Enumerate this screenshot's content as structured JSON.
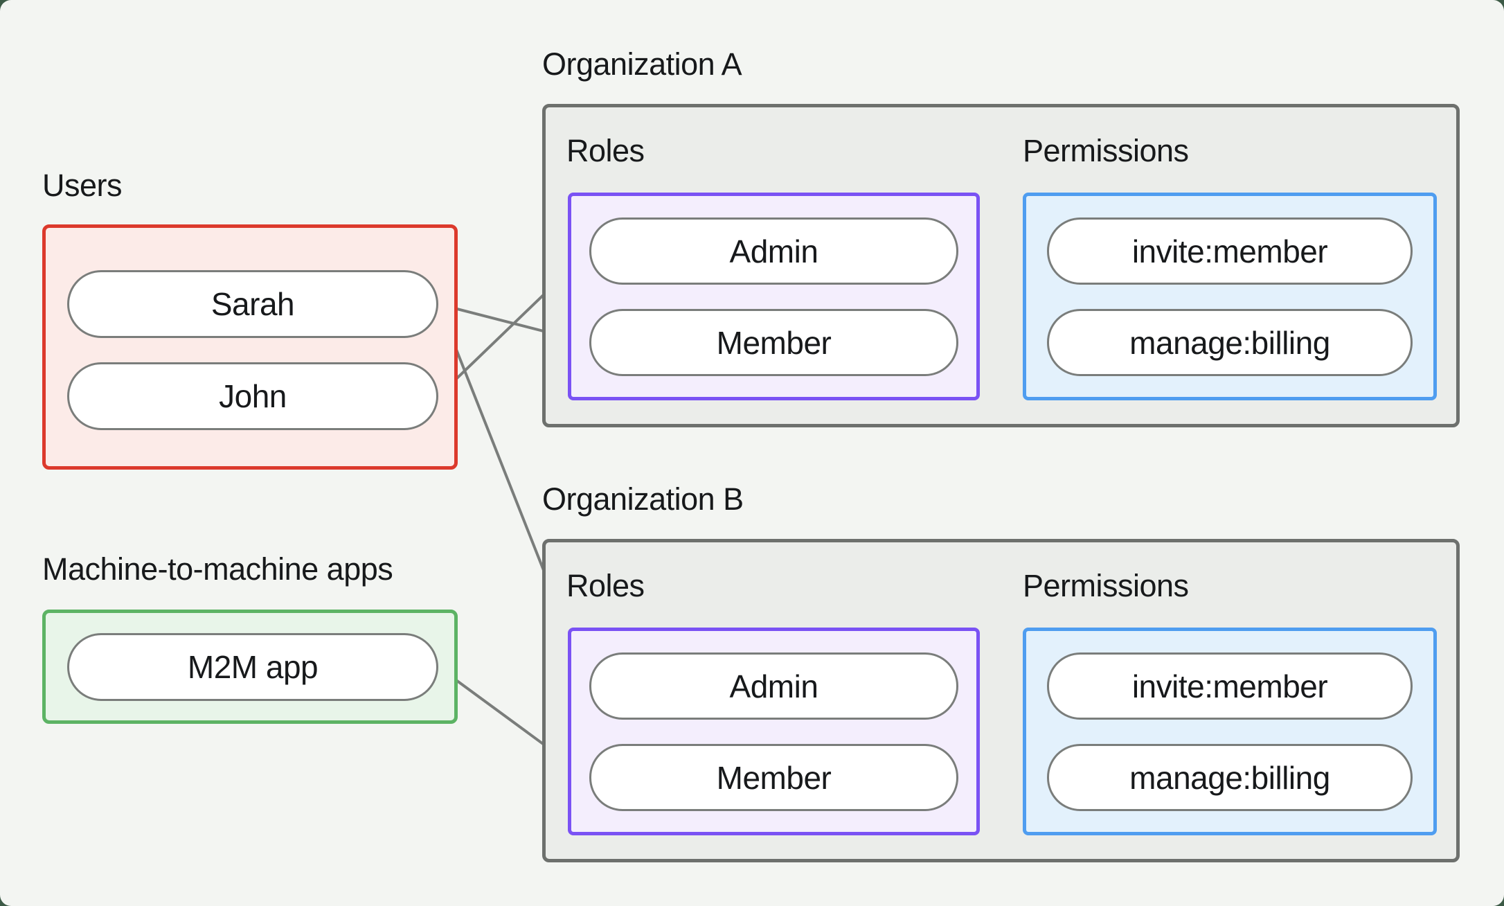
{
  "users_section": {
    "title": "Users",
    "items": [
      "Sarah",
      "John"
    ]
  },
  "m2m_section": {
    "title": "Machine-to-machine apps",
    "items": [
      "M2M app"
    ]
  },
  "orgs": [
    {
      "title": "Organization A",
      "roles_label": "Roles",
      "permissions_label": "Permissions",
      "roles": [
        "Admin",
        "Member"
      ],
      "permissions": [
        "invite:member",
        "manage:billing"
      ]
    },
    {
      "title": "Organization B",
      "roles_label": "Roles",
      "permissions_label": "Permissions",
      "roles": [
        "Admin",
        "Member"
      ],
      "permissions": [
        "invite:member",
        "manage:billing"
      ]
    }
  ],
  "connections": [
    {
      "from": "user-sarah",
      "to": "orgA-role-member"
    },
    {
      "from": "user-sarah",
      "to": "orgB-role-admin"
    },
    {
      "from": "user-john",
      "to": "orgA-role-admin"
    },
    {
      "from": "app-m2m",
      "to": "orgB-role-member"
    },
    {
      "from": "orgA-role-admin",
      "to": "orgA-perm-invite"
    },
    {
      "from": "orgA-role-admin",
      "to": "orgA-perm-manage"
    },
    {
      "from": "orgA-role-member",
      "to": "orgA-perm-manage"
    },
    {
      "from": "orgB-role-admin",
      "to": "orgB-perm-invite"
    },
    {
      "from": "orgB-role-admin",
      "to": "orgB-perm-manage"
    },
    {
      "from": "orgB-role-member",
      "to": "orgB-perm-manage"
    }
  ],
  "colors": {
    "page_bg": "#3c5a46",
    "panel_bg": "#f3f5f2",
    "org_box_bg": "#ebedea",
    "org_box_border": "#6d706d",
    "accent_red": "#dc392c",
    "accent_red_bg": "#fcebe8",
    "accent_green": "#5cb364",
    "accent_green_bg": "#e8f5e9",
    "accent_purple": "#7a52f4",
    "accent_purple_bg": "#f4eefd",
    "accent_blue": "#4f9df0",
    "accent_blue_bg": "#e3f1fc",
    "pill_border": "#7a7d7b",
    "line_gray": "#7a7d7b",
    "text": "#17191b"
  }
}
